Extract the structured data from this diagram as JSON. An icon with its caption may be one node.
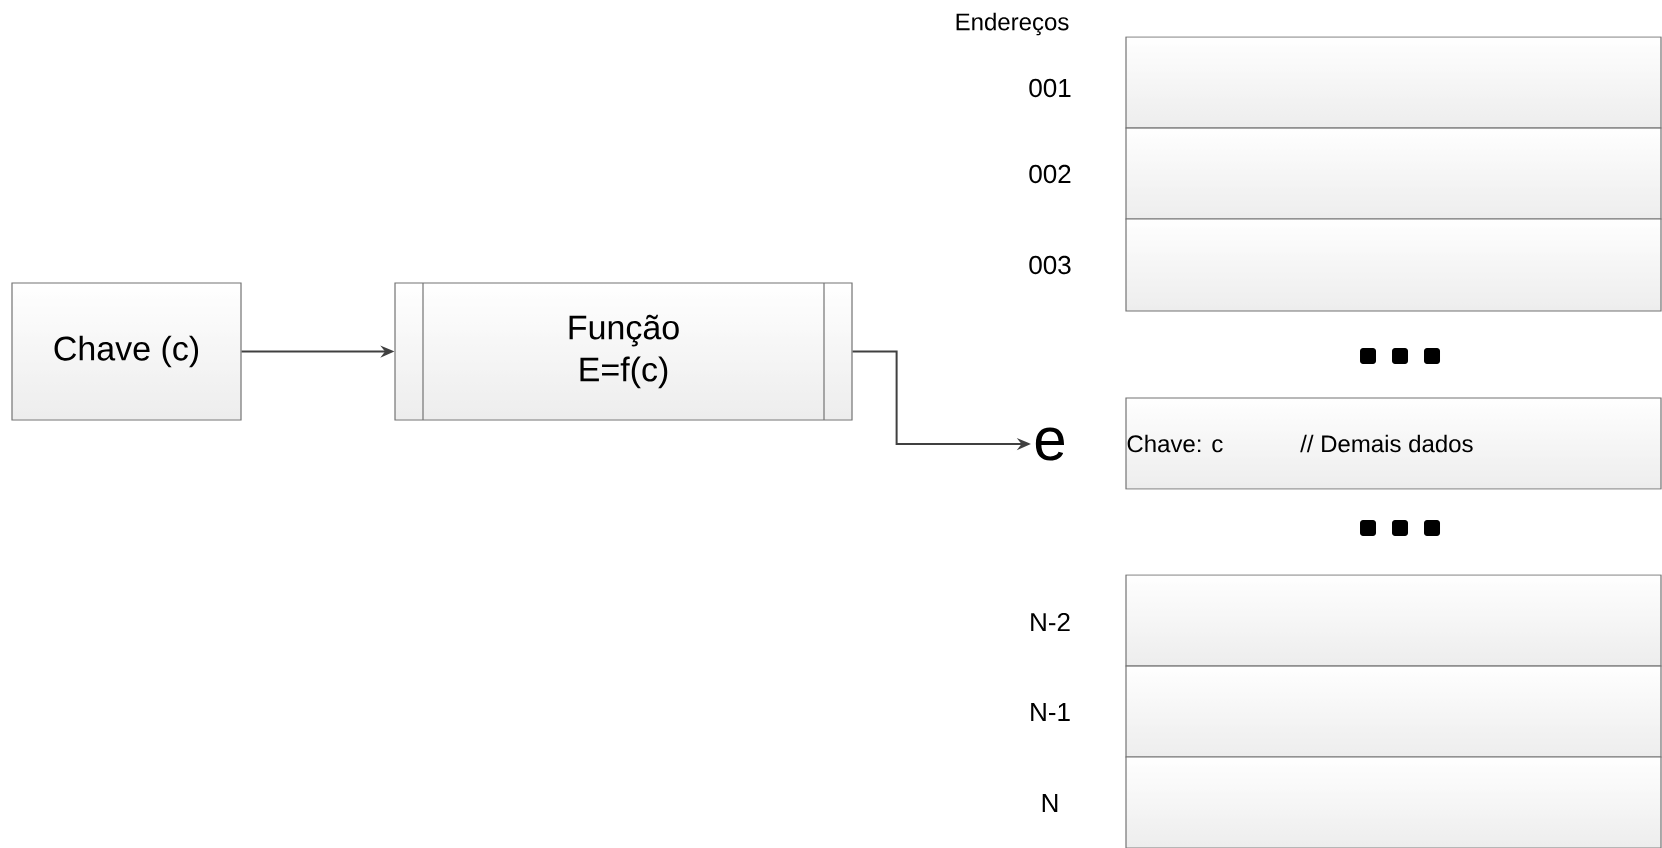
{
  "diagram": {
    "nodes": [
      {
        "text": [
          "Chave (c)"
        ]
      },
      {
        "text": [
          "Função",
          "E=f(c)"
        ]
      },
      {
        "text": [
          "e"
        ]
      },
      {
        "text": [],
        "shape": "box"
      },
      {
        "text": [],
        "shape": "box"
      },
      {
        "text": [],
        "shape": "box"
      },
      {
        "text": [
          "Chave: c",
          "// Demais dados"
        ]
      },
      {
        "text": [],
        "shape": "box"
      },
      {
        "text": [],
        "shape": "box"
      },
      {
        "text": [],
        "shape": "box"
      }
    ],
    "edges": [
      {
        "from": 0,
        "to": 1,
        "arrow": "to"
      },
      {
        "from": 1,
        "to": 2,
        "arrow": "to"
      }
    ],
    "labels": [
      "Endereços",
      "001",
      "002",
      "003",
      "N-2",
      "N-1",
      "N"
    ]
  }
}
